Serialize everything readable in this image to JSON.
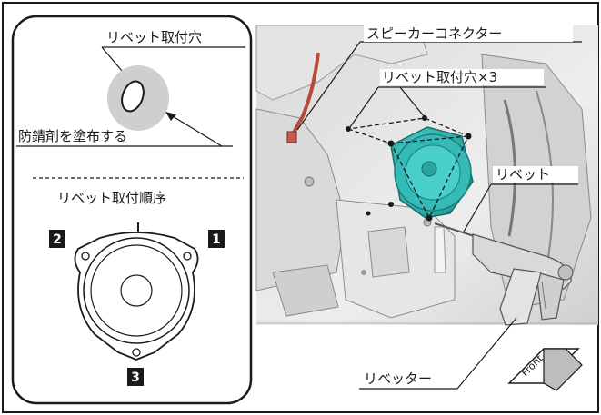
{
  "callouts": {
    "speaker_connector": "スピーカーコネクター",
    "rivet_holes_x3": "リベット取付穴×3",
    "rivet": "リベット",
    "riveter": "リベッター",
    "front": "Front"
  },
  "detail_panel": {
    "rivet_hole": "リベット取付穴",
    "rust_inhibitor": "防錆剤を塗布する",
    "rivet_order_title": "リベット取付順序",
    "order_markers": [
      "1",
      "2",
      "3"
    ]
  },
  "colors": {
    "speaker_accent": "#3ec6c3",
    "marker_bg": "#1a1a1a",
    "line": "#1a1a1a"
  }
}
